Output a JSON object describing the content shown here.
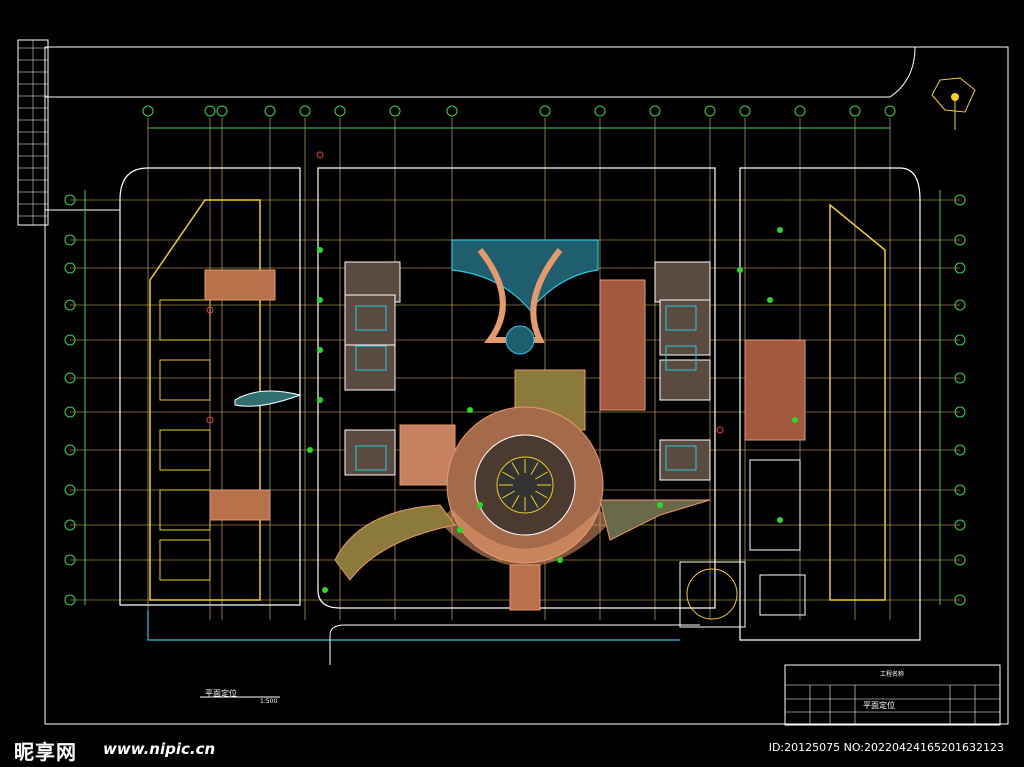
{
  "drawing": {
    "caption": "平面定位",
    "scale": "1:500",
    "background_color": "#000000",
    "line_colors": {
      "grid": "#3fd24a",
      "axis": "#e8c46a",
      "outline": "#ffffff",
      "paving": "#e59a6d",
      "planting": "#2bd92b",
      "water": "#29c8e0",
      "wall": "#f0d020",
      "red": "#e0463c"
    }
  },
  "title_block": {
    "project_label": "工程名称",
    "drawing_name": "平面定位"
  },
  "watermark": {
    "logo": "昵享网",
    "url": "www.nipic.cn",
    "id": "ID:20125075 NO:20220424165201632123"
  },
  "icons": {
    "north_arrow": "north-arrow-icon"
  }
}
